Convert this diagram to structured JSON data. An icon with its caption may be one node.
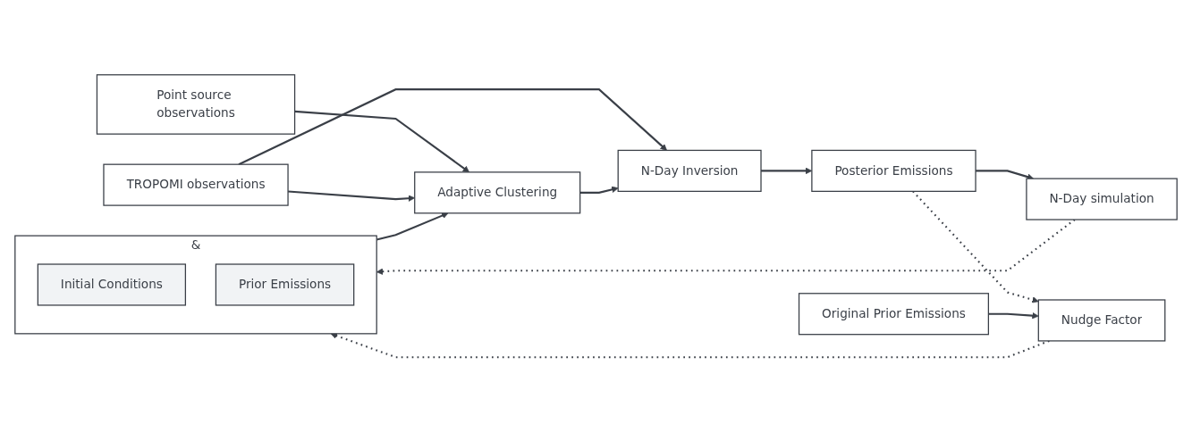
{
  "diagram": {
    "nodes": [
      {
        "text": [
          "&"
        ]
      },
      {
        "text": [
          "Initial Conditions"
        ],
        "in": 0
      },
      {
        "text": [
          "Prior Emissions"
        ],
        "in": 0
      },
      {
        "text": [
          "Point source observations"
        ]
      },
      {
        "text": [
          "TROPOMI observations"
        ]
      },
      {
        "text": [
          "Adaptive Clustering"
        ]
      },
      {
        "text": [
          "N-Day Inversion"
        ]
      },
      {
        "text": [
          "Posterior Emissions"
        ]
      },
      {
        "text": [
          "N-Day simulation"
        ]
      },
      {
        "text": [
          "Nudge Factor"
        ]
      },
      {
        "text": [
          "Original Prior Emissions"
        ]
      }
    ],
    "edges": [
      {
        "from": 0,
        "to": 5,
        "arrow": "to"
      },
      {
        "from": 3,
        "to": 5,
        "arrow": "to"
      },
      {
        "from": 4,
        "to": 5,
        "arrow": "to"
      },
      {
        "from": 4,
        "to": 6,
        "arrow": "to"
      },
      {
        "from": 5,
        "to": 6,
        "arrow": "to"
      },
      {
        "from": 6,
        "to": 7,
        "arrow": "to"
      },
      {
        "from": 7,
        "to": 8,
        "arrow": "to"
      },
      {
        "from": 8,
        "to": 0,
        "arrow": "to",
        "style": "dashed"
      },
      {
        "from": 7,
        "to": 9,
        "arrow": "to",
        "style": "dashed"
      },
      {
        "from": 9,
        "to": 0,
        "arrow": "to",
        "style": "dashed"
      },
      {
        "from": 10,
        "to": 9,
        "arrow": "to"
      }
    ]
  }
}
